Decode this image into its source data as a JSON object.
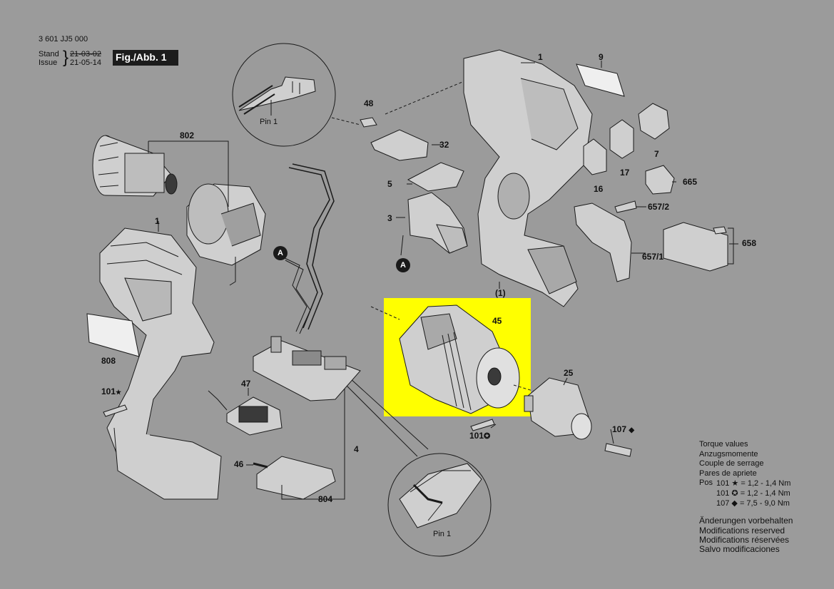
{
  "header": {
    "part_number": "3 601 JJ5 000",
    "stand_label": "Stand",
    "stand_date": "21-03-02",
    "issue_label": "Issue",
    "issue_date": "21-05-14",
    "figure": "Fig./Abb. 1"
  },
  "part_labels": {
    "p1_housing_right": "1",
    "p9": "9",
    "p7": "7",
    "p17": "17",
    "p16": "16",
    "p665": "665",
    "p657_2": "657/2",
    "p657_1": "657/1",
    "p658": "658",
    "p1_paren": "(1)",
    "p802": "802",
    "p48": "48",
    "p32": "32",
    "p5": "5",
    "p3": "3",
    "p1_housing_left": "1",
    "p808": "808",
    "p101_star": "101",
    "p47": "47",
    "p46": "46",
    "p804": "804",
    "p4": "4",
    "p45": "45",
    "p25": "25",
    "p101_circle": "101",
    "p107": "107"
  },
  "markers": {
    "a_upper": "A",
    "a_lower": "A"
  },
  "detail_views": {
    "pin_top": "Pin 1",
    "pin_bottom": "Pin 1"
  },
  "symbols": {
    "star": "★",
    "diamond": "◆",
    "circle_star": "✪"
  },
  "legend": {
    "title_lines": [
      "Torque values",
      "Anzugsmomente",
      "Couple de serrage",
      "Pares de apriete"
    ],
    "pos_label": "Pos",
    "rows": [
      {
        "pos": "101",
        "symbol": "★",
        "value": "= 1,2 - 1,4 Nm"
      },
      {
        "pos": "101",
        "symbol": "✪",
        "value": "= 1,2 - 1,4 Nm"
      },
      {
        "pos": "107",
        "symbol": "◆",
        "value": "= 7,5 - 9,0 Nm"
      }
    ],
    "modifications": [
      "Änderungen vorbehalten",
      "Modifications reserved",
      "Modifications réservées",
      "Salvo modificaciones"
    ]
  },
  "colors": {
    "background": "#9b9b9b",
    "highlight": "#ffff00",
    "line": "#1a1a1a",
    "part_fill": "#cfcfcf",
    "part_dark": "#3a3a3a"
  }
}
